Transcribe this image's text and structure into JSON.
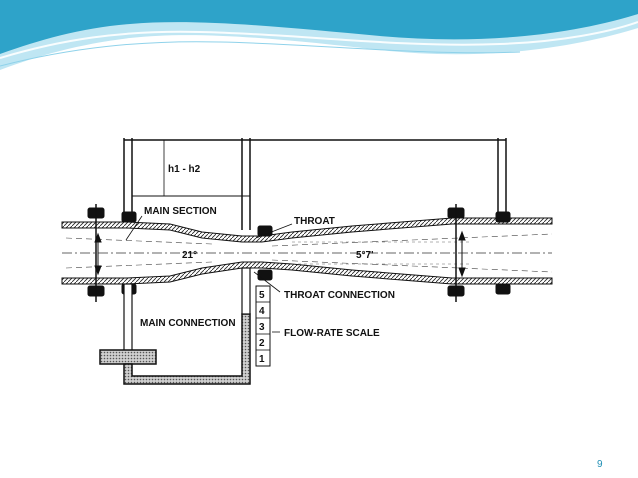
{
  "slide": {
    "page_number": "9",
    "colors": {
      "accent": "#1f8fb5",
      "wave_light": "#bfe6f3",
      "wave_dark": "#2ea3c9"
    }
  },
  "diagram": {
    "labels": {
      "head_difference": "h1 - h2",
      "main_section": "MAIN SECTION",
      "throat": "THROAT",
      "throat_connection": "THROAT CONNECTION",
      "main_connection": "MAIN CONNECTION",
      "flow_rate_scale": "FLOW-RATE SCALE",
      "inlet_angle": "21°",
      "outlet_angle": "5°7'"
    },
    "scale_marks": [
      "5",
      "4",
      "3",
      "2",
      "1"
    ]
  }
}
